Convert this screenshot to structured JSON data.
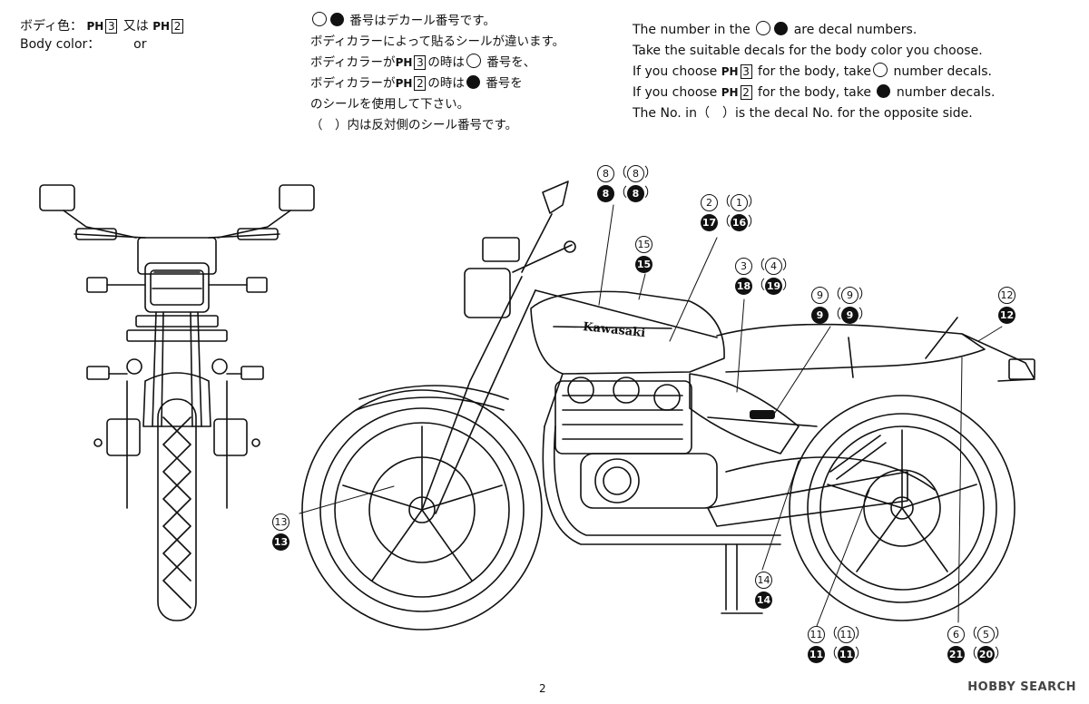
{
  "header_left": {
    "line1_a": "ボディ色：",
    "line1_b": "又は",
    "line2_a": "Body color：",
    "line2_b": "or",
    "ph": "PH",
    "ph3": "3",
    "ph2": "2"
  },
  "header_mid": {
    "l1": "番号はデカール番号です。",
    "l2": "ボディカラーによって貼るシールが違います。",
    "l3a": "ボディカラーが",
    "l3b": "の時は",
    "l3c": "番号を、",
    "l4a": "ボディカラーが",
    "l4b": "の時は",
    "l4c": "番号を",
    "l5": "のシールを使用して下さい。",
    "l6": "（　）内は反対側のシール番号です。"
  },
  "header_right": {
    "l1a": "The number in the",
    "l1b": "are decal numbers.",
    "l2": "Take the suitable decals for the body color you choose.",
    "l3a": "If you choose",
    "l3b": "for the body, take",
    "l3c": "number decals.",
    "l4a": "If you choose",
    "l4b": "for the body, take",
    "l4c": "number decals.",
    "l5": "The No. in（　）is the decal No. for the opposite side."
  },
  "callouts": [
    {
      "o": "8",
      "op": "8",
      "f": "8",
      "fp": "8"
    },
    {
      "o": "2",
      "op": "1",
      "f": "17",
      "fp": "16"
    },
    {
      "o": "15",
      "f": "15"
    },
    {
      "o": "3",
      "op": "4",
      "f": "18",
      "fp": "19"
    },
    {
      "o": "9",
      "op": "9",
      "f": "9",
      "fp": "9"
    },
    {
      "o": "12",
      "f": "12"
    },
    {
      "o": "13",
      "f": "13"
    },
    {
      "o": "14",
      "f": "14"
    },
    {
      "o": "11",
      "op": "11",
      "f": "11",
      "fp": "11"
    },
    {
      "o": "6",
      "op": "5",
      "f": "21",
      "fp": "20"
    }
  ],
  "tank_logo": "Kawasaki",
  "page_number": "2",
  "watermark": "HOBBY SEARCH"
}
